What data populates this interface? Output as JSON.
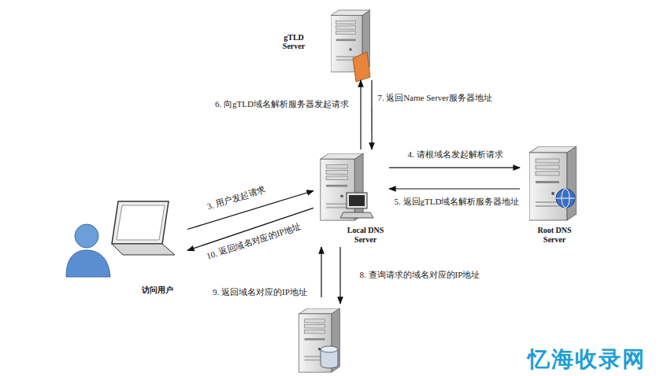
{
  "diagram": {
    "nodes": [
      {
        "text": [
          "gTLD Server"
        ]
      },
      {
        "text": [
          "Local DNS Server"
        ]
      },
      {
        "text": [
          "Root DNS Server"
        ]
      },
      {
        "text": [
          "访问用户"
        ]
      }
    ],
    "edges": [
      {
        "from": 1,
        "to": 0,
        "label": "6. 向gTLD域名解析服务器发起请求",
        "arrow": "to"
      },
      {
        "from": 0,
        "to": 1,
        "label": "7. 返回Name Server服务器地址",
        "arrow": "to"
      },
      {
        "from": 1,
        "to": 2,
        "label": "4. 请根域名发起解析请求",
        "arrow": "to"
      },
      {
        "from": 2,
        "to": 1,
        "label": "5. 返回gTLD域名解析服务器地址",
        "arrow": "to"
      },
      {
        "from": 3,
        "to": 1,
        "label": "3. 用户发起请求",
        "arrow": "to"
      },
      {
        "from": 1,
        "to": 3,
        "label": "10. 返回域名对应的IP地址",
        "arrow": "to"
      }
    ],
    "labels": [
      "8. 查询请求的域名对应的IP地址",
      "9. 返回域名对应的IP地址",
      "忆海收录网"
    ]
  }
}
